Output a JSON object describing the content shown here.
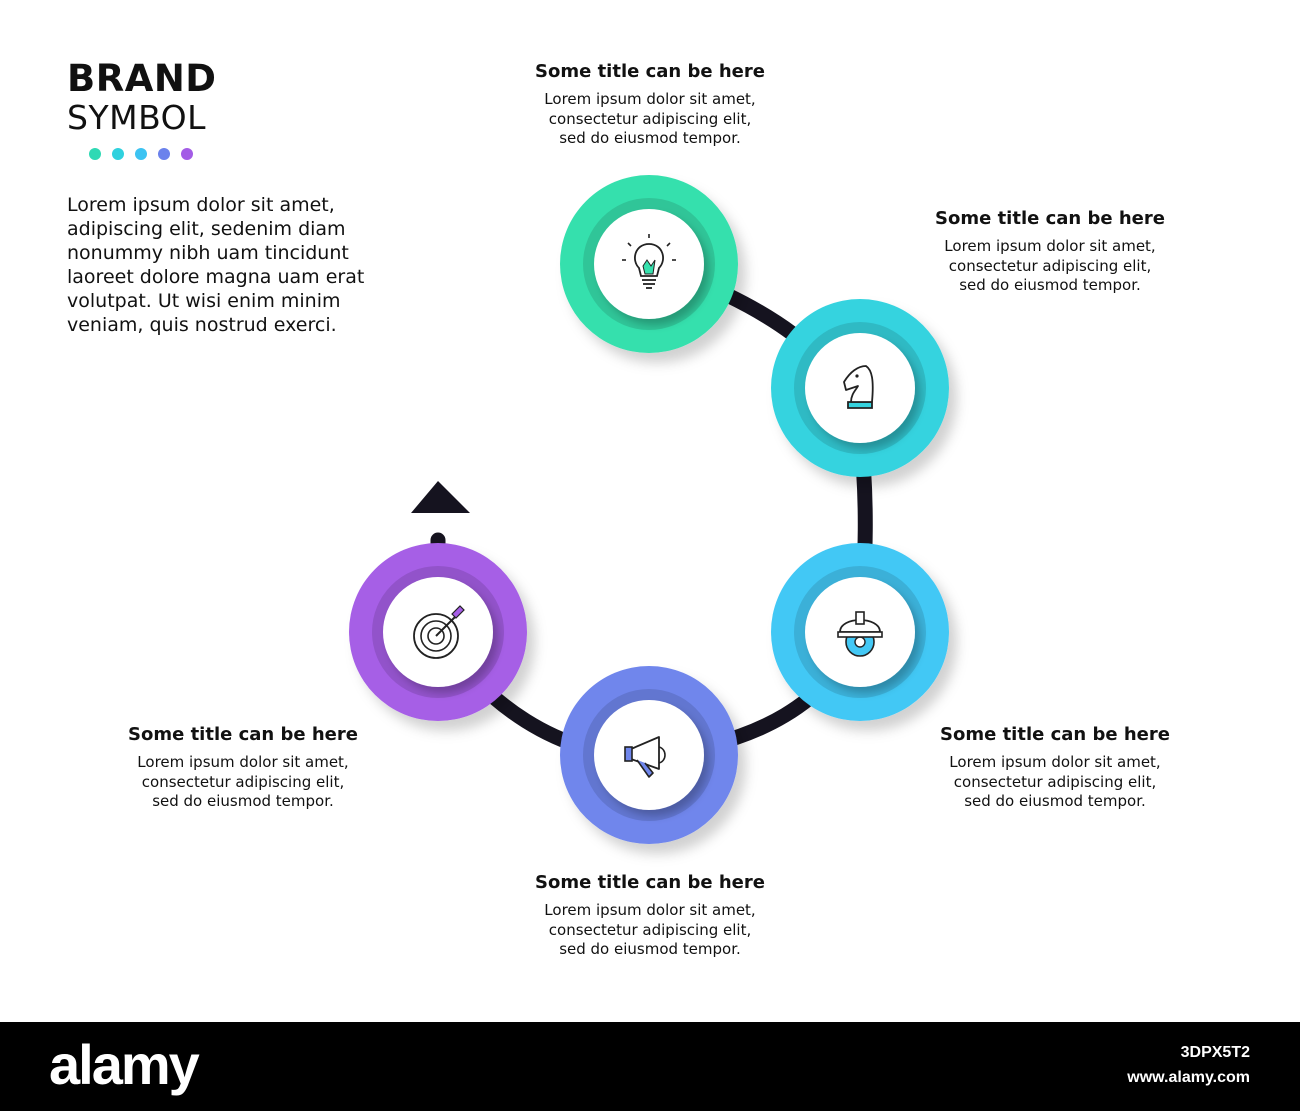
{
  "brand": {
    "line1": "BRAND",
    "line2": "SYMBOL"
  },
  "dots": [
    "#2fd9b4",
    "#2fd1de",
    "#3cc3f2",
    "#6b82ec",
    "#a35ce6"
  ],
  "intro": "Lorem ipsum dolor sit amet, adipiscing elit, sedenim diam nonummy nibh uam tincidunt laoreet dolore magna uam erat volutpat. Ut wisi enim minim veniam, quis nostrud exerci.",
  "path_color": "#15131f",
  "steps": [
    {
      "title": "Some title can be here",
      "desc": "Lorem ipsum dolor sit amet,\nconsectetur adipiscing elit,\nsed do eiusmod tempor.",
      "color": "#36e0ad",
      "icon": "lightbulb-icon"
    },
    {
      "title": "Some title can be here",
      "desc": "Lorem ipsum dolor sit amet,\nconsectetur adipiscing elit,\nsed do eiusmod tempor.",
      "color": "#35d3df",
      "icon": "chess-knight-icon"
    },
    {
      "title": "Some title can be here",
      "desc": "Lorem ipsum dolor sit amet,\nconsectetur adipiscing elit,\nsed do eiusmod tempor.",
      "color": "#43c8f5",
      "icon": "engineer-helmet-gear-icon"
    },
    {
      "title": "Some title can be here",
      "desc": "Lorem ipsum dolor sit amet,\nconsectetur adipiscing elit,\nsed do eiusmod tempor.",
      "color": "#6f86ec",
      "icon": "megaphone-icon"
    },
    {
      "title": "Some title can be here",
      "desc": "Lorem ipsum dolor sit amet,\nconsectetur adipiscing elit,\nsed do eiusmod tempor.",
      "color": "#a65ee6",
      "icon": "target-arrow-icon"
    }
  ],
  "footer": {
    "logo": "alamy",
    "image_id": "3DPX5T2",
    "url": "www.alamy.com"
  }
}
